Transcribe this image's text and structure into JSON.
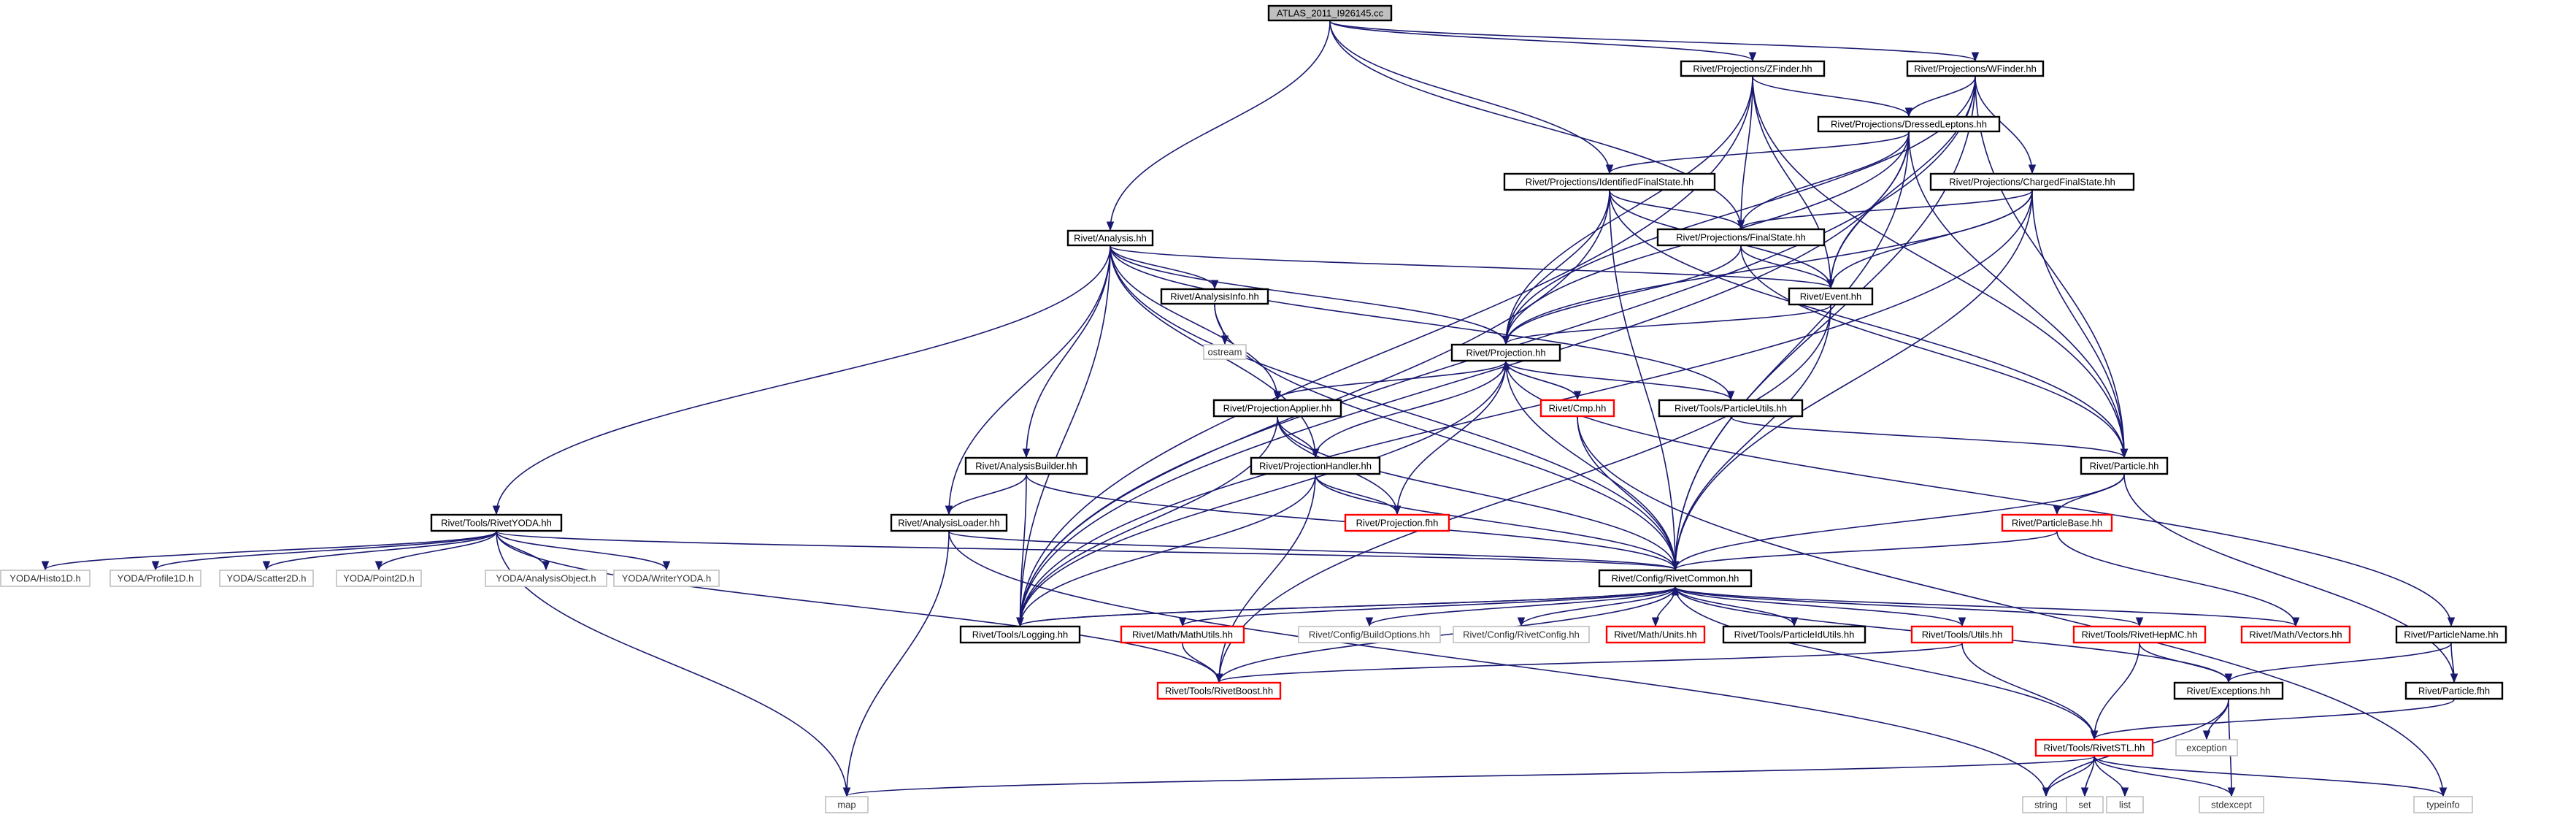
{
  "nodes": [
    {
      "id": "root",
      "label": "ATLAS_2011_I926145.cc",
      "style": "root"
    },
    {
      "id": "zfinder",
      "label": "Rivet/Projections/ZFinder.hh",
      "style": "black"
    },
    {
      "id": "wfinder",
      "label": "Rivet/Projections/WFinder.hh",
      "style": "black"
    },
    {
      "id": "dressed",
      "label": "Rivet/Projections/DressedLeptons.hh",
      "style": "black"
    },
    {
      "id": "idfs",
      "label": "Rivet/Projections/IdentifiedFinalState.hh",
      "style": "black"
    },
    {
      "id": "chfs",
      "label": "Rivet/Projections/ChargedFinalState.hh",
      "style": "black"
    },
    {
      "id": "analysis",
      "label": "Rivet/Analysis.hh",
      "style": "black"
    },
    {
      "id": "fs",
      "label": "Rivet/Projections/FinalState.hh",
      "style": "black"
    },
    {
      "id": "analysisinfo",
      "label": "Rivet/AnalysisInfo.hh",
      "style": "black"
    },
    {
      "id": "event",
      "label": "Rivet/Event.hh",
      "style": "black"
    },
    {
      "id": "ostream",
      "label": "ostream",
      "style": "gray"
    },
    {
      "id": "projection",
      "label": "Rivet/Projection.hh",
      "style": "black"
    },
    {
      "id": "projapplier",
      "label": "Rivet/ProjectionApplier.hh",
      "style": "black"
    },
    {
      "id": "cmp",
      "label": "Rivet/Cmp.hh",
      "style": "red"
    },
    {
      "id": "particleutils",
      "label": "Rivet/Tools/ParticleUtils.hh",
      "style": "black"
    },
    {
      "id": "analysisbuilder",
      "label": "Rivet/AnalysisBuilder.hh",
      "style": "black"
    },
    {
      "id": "projhandler",
      "label": "Rivet/ProjectionHandler.hh",
      "style": "black"
    },
    {
      "id": "particle",
      "label": "Rivet/Particle.hh",
      "style": "black"
    },
    {
      "id": "rivetyoda",
      "label": "Rivet/Tools/RivetYODA.hh",
      "style": "black"
    },
    {
      "id": "analysisloader",
      "label": "Rivet/AnalysisLoader.hh",
      "style": "black"
    },
    {
      "id": "projfhh",
      "label": "Rivet/Projection.fhh",
      "style": "red"
    },
    {
      "id": "particlebase",
      "label": "Rivet/ParticleBase.hh",
      "style": "red"
    },
    {
      "id": "histo1d",
      "label": "YODA/Histo1D.h",
      "style": "gray"
    },
    {
      "id": "profile1d",
      "label": "YODA/Profile1D.h",
      "style": "gray"
    },
    {
      "id": "scatter2d",
      "label": "YODA/Scatter2D.h",
      "style": "gray"
    },
    {
      "id": "point2d",
      "label": "YODA/Point2D.h",
      "style": "gray"
    },
    {
      "id": "analysisobject",
      "label": "YODA/AnalysisObject.h",
      "style": "gray"
    },
    {
      "id": "writeryoda",
      "label": "YODA/WriterYODA.h",
      "style": "gray"
    },
    {
      "id": "rivetcommon",
      "label": "Rivet/Config/RivetCommon.hh",
      "style": "black"
    },
    {
      "id": "logging",
      "label": "Rivet/Tools/Logging.hh",
      "style": "black"
    },
    {
      "id": "mathutils",
      "label": "Rivet/Math/MathUtils.hh",
      "style": "red"
    },
    {
      "id": "buildoptions",
      "label": "Rivet/Config/BuildOptions.hh",
      "style": "gray"
    },
    {
      "id": "rivetconfig",
      "label": "Rivet/Config/RivetConfig.hh",
      "style": "gray"
    },
    {
      "id": "units",
      "label": "Rivet/Math/Units.hh",
      "style": "red"
    },
    {
      "id": "particleidutils",
      "label": "Rivet/Tools/ParticleIdUtils.hh",
      "style": "black"
    },
    {
      "id": "utils",
      "label": "Rivet/Tools/Utils.hh",
      "style": "red"
    },
    {
      "id": "rivethepmc",
      "label": "Rivet/Tools/RivetHepMC.hh",
      "style": "red"
    },
    {
      "id": "vectors",
      "label": "Rivet/Math/Vectors.hh",
      "style": "red"
    },
    {
      "id": "particlename",
      "label": "Rivet/ParticleName.hh",
      "style": "black"
    },
    {
      "id": "rivetboost",
      "label": "Rivet/Tools/RivetBoost.hh",
      "style": "red"
    },
    {
      "id": "exceptions",
      "label": "Rivet/Exceptions.hh",
      "style": "black"
    },
    {
      "id": "particlefhh",
      "label": "Rivet/Particle.fhh",
      "style": "black"
    },
    {
      "id": "exception",
      "label": "exception",
      "style": "gray"
    },
    {
      "id": "rivetstl",
      "label": "Rivet/Tools/RivetSTL.hh",
      "style": "red"
    },
    {
      "id": "map",
      "label": "map",
      "style": "gray"
    },
    {
      "id": "string",
      "label": "string",
      "style": "gray"
    },
    {
      "id": "set",
      "label": "set",
      "style": "gray"
    },
    {
      "id": "list",
      "label": "list",
      "style": "gray"
    },
    {
      "id": "stdexcept",
      "label": "stdexcept",
      "style": "gray"
    },
    {
      "id": "typeinfo",
      "label": "typeinfo",
      "style": "gray"
    }
  ],
  "edges": [
    [
      "root",
      "zfinder"
    ],
    [
      "root",
      "wfinder"
    ],
    [
      "root",
      "idfs"
    ],
    [
      "root",
      "fs"
    ],
    [
      "root",
      "analysis"
    ],
    [
      "zfinder",
      "dressed"
    ],
    [
      "zfinder",
      "fs"
    ],
    [
      "zfinder",
      "event"
    ],
    [
      "zfinder",
      "projection"
    ],
    [
      "zfinder",
      "particle"
    ],
    [
      "zfinder",
      "logging"
    ],
    [
      "wfinder",
      "dressed"
    ],
    [
      "wfinder",
      "chfs"
    ],
    [
      "wfinder",
      "event"
    ],
    [
      "wfinder",
      "projection"
    ],
    [
      "wfinder",
      "particle"
    ],
    [
      "wfinder",
      "rivetcommon"
    ],
    [
      "wfinder",
      "logging"
    ],
    [
      "dressed",
      "idfs"
    ],
    [
      "dressed",
      "fs"
    ],
    [
      "dressed",
      "event"
    ],
    [
      "dressed",
      "projection"
    ],
    [
      "dressed",
      "particle"
    ],
    [
      "dressed",
      "rivetcommon"
    ],
    [
      "dressed",
      "logging"
    ],
    [
      "idfs",
      "fs"
    ],
    [
      "idfs",
      "event"
    ],
    [
      "idfs",
      "projection"
    ],
    [
      "idfs",
      "particle"
    ],
    [
      "idfs",
      "rivetcommon"
    ],
    [
      "idfs",
      "logging"
    ],
    [
      "chfs",
      "fs"
    ],
    [
      "chfs",
      "event"
    ],
    [
      "chfs",
      "projection"
    ],
    [
      "chfs",
      "particle"
    ],
    [
      "chfs",
      "rivetcommon"
    ],
    [
      "chfs",
      "logging"
    ],
    [
      "fs",
      "event"
    ],
    [
      "fs",
      "projection"
    ],
    [
      "fs",
      "particle"
    ],
    [
      "analysis",
      "analysisinfo"
    ],
    [
      "analysis",
      "event"
    ],
    [
      "analysis",
      "projection"
    ],
    [
      "analysis",
      "projapplier"
    ],
    [
      "analysis",
      "projhandler"
    ],
    [
      "analysis",
      "particleutils"
    ],
    [
      "analysis",
      "analysisbuilder"
    ],
    [
      "analysis",
      "analysisloader"
    ],
    [
      "analysis",
      "rivetyoda"
    ],
    [
      "analysis",
      "logging"
    ],
    [
      "analysis",
      "rivetcommon"
    ],
    [
      "analysisinfo",
      "ostream"
    ],
    [
      "analysisinfo",
      "rivetcommon"
    ],
    [
      "event",
      "projection"
    ],
    [
      "event",
      "rivetcommon"
    ],
    [
      "event",
      "rivetboost"
    ],
    [
      "projection",
      "projapplier"
    ],
    [
      "projection",
      "projhandler"
    ],
    [
      "projection",
      "cmp"
    ],
    [
      "projection",
      "particleutils"
    ],
    [
      "projection",
      "projfhh"
    ],
    [
      "projection",
      "rivetcommon"
    ],
    [
      "projection",
      "logging"
    ],
    [
      "projection",
      "particlename"
    ],
    [
      "cmp",
      "projection"
    ],
    [
      "cmp",
      "rivetcommon"
    ],
    [
      "cmp",
      "typeinfo"
    ],
    [
      "projapplier",
      "projhandler"
    ],
    [
      "projapplier",
      "projfhh"
    ],
    [
      "projapplier",
      "rivetcommon"
    ],
    [
      "projapplier",
      "logging"
    ],
    [
      "particleutils",
      "particle"
    ],
    [
      "analysisbuilder",
      "analysisloader"
    ],
    [
      "analysisbuilder",
      "logging"
    ],
    [
      "analysisbuilder",
      "rivetcommon"
    ],
    [
      "projhandler",
      "projfhh"
    ],
    [
      "projhandler",
      "rivetcommon"
    ],
    [
      "projhandler",
      "logging"
    ],
    [
      "projhandler",
      "rivetboost"
    ],
    [
      "particle",
      "particlebase"
    ],
    [
      "particle",
      "rivetcommon"
    ],
    [
      "particle",
      "particlefhh"
    ],
    [
      "particlebase",
      "rivetcommon"
    ],
    [
      "particlebase",
      "vectors"
    ],
    [
      "rivetyoda",
      "histo1d"
    ],
    [
      "rivetyoda",
      "profile1d"
    ],
    [
      "rivetyoda",
      "scatter2d"
    ],
    [
      "rivetyoda",
      "point2d"
    ],
    [
      "rivetyoda",
      "analysisobject"
    ],
    [
      "rivetyoda",
      "writeryoda"
    ],
    [
      "rivetyoda",
      "rivetcommon"
    ],
    [
      "rivetyoda",
      "rivetboost"
    ],
    [
      "rivetyoda",
      "map"
    ],
    [
      "analysisloader",
      "rivetcommon"
    ],
    [
      "analysisloader",
      "map"
    ],
    [
      "analysisloader",
      "string"
    ],
    [
      "rivetcommon",
      "logging"
    ],
    [
      "rivetcommon",
      "mathutils"
    ],
    [
      "rivetcommon",
      "buildoptions"
    ],
    [
      "rivetcommon",
      "rivetconfig"
    ],
    [
      "rivetcommon",
      "units"
    ],
    [
      "rivetcommon",
      "particleidutils"
    ],
    [
      "rivetcommon",
      "utils"
    ],
    [
      "rivetcommon",
      "rivethepmc"
    ],
    [
      "rivetcommon",
      "vectors"
    ],
    [
      "rivetcommon",
      "rivetboost"
    ],
    [
      "rivetcommon",
      "exceptions"
    ],
    [
      "rivetcommon",
      "rivetstl"
    ],
    [
      "logging",
      "rivetcommon"
    ],
    [
      "mathutils",
      "rivetboost"
    ],
    [
      "utils",
      "rivetboost"
    ],
    [
      "utils",
      "rivetstl"
    ],
    [
      "rivethepmc",
      "rivetstl"
    ],
    [
      "rivethepmc",
      "exceptions"
    ],
    [
      "particlename",
      "exceptions"
    ],
    [
      "particlename",
      "particlefhh"
    ],
    [
      "exceptions",
      "exception"
    ],
    [
      "exceptions",
      "string"
    ],
    [
      "exceptions",
      "stdexcept"
    ],
    [
      "particlefhh",
      "rivetstl"
    ],
    [
      "rivetstl",
      "map"
    ],
    [
      "rivetstl",
      "string"
    ],
    [
      "rivetstl",
      "set"
    ],
    [
      "rivetstl",
      "list"
    ],
    [
      "rivetstl",
      "stdexcept"
    ],
    [
      "rivetstl",
      "typeinfo"
    ]
  ]
}
